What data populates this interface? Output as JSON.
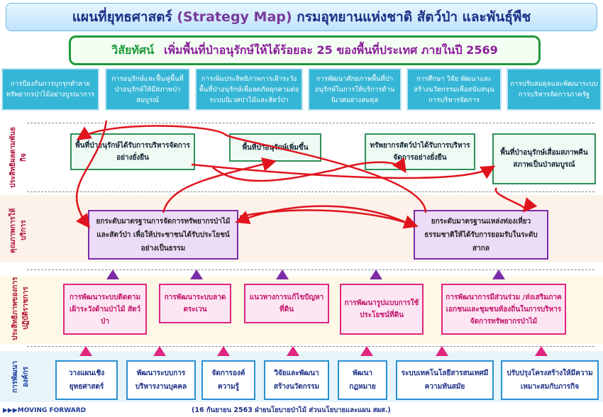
{
  "title": {
    "thai_prefix": "แผนที่ยุทธศาสตร์",
    "english": "(Strategy Map)",
    "thai_suffix": "กรมอุทยานแห่งชาติ สัตว์ป่า และพันธุ์พืช"
  },
  "vision": {
    "label": "วิสัยทัศน์",
    "text": "เพิ่มพื้นที่ป่าอนุรักษ์ให้ได้ร้อยละ 25 ของพื้นที่ประเทศ ภายในปี 2569"
  },
  "strategies": [
    "การป้องกันการบุกรุกทำลายทรัพยากรป่าไม้อย่างบูรณาการ",
    "การอนุรักษ์และฟื้นฟูพื้นที่ป่าอนุรักษ์ให้มีสภาพป่าสมบูรณ์",
    "การเพิ่มประสิทธิภาพการเฝ้าระวังพื้นที่ป่าอนุรักษ์เพื่อลดภัยคุกคามต่อระบบนิเวศป่าไม้และสัตว์ป่า",
    "การพัฒนาศักยภาพพื้นที่ป่าอนุรักษ์ในการให้บริการด้านนิเวศอย่างสมดุล",
    "การศึกษา วิจัย พัฒนาและสร้างนวัตกรรมเพื่อสนับสนุนการบริหารจัดการ",
    "การปรับสมดุลและพัฒนาระบบการบริหารจัดการภาครัฐ"
  ],
  "rows": {
    "effectiveness": "ประสิทธิผลตามพันธกิจ",
    "service_quality": "คุณภาพการให้บริการ",
    "efficiency": "ประสิทธิภาพของการปฏิบัติราชการ",
    "org_development": "การพัฒนาองค์กร"
  },
  "effectiveness_boxes": [
    "พื้นที่ป่าอนุรักษ์ได้รับการบริหารจัดการอย่างยั่งยืน",
    "พื้นที่ป่าอนุรักษ์เพิ่มขึ้น",
    "ทรัพยากรสัตว์ป่าได้รับการบริหารจัดการอย่างยั่งยืน",
    "พื้นที่ป่าอนุรักษ์เสื่อมสภาพคืนสภาพเป็นป่าสมบูรณ์"
  ],
  "service_boxes": [
    "ยกระดับมาตรฐานการจัดการทรัพยากรป่าไม้และสัตว์ป่า เพื่อให้ประชาชนได้รับประโยชน์อย่างเป็นธรรม",
    "ยกระดับมาตรฐานแหล่งท่องเที่ยวธรรมชาติให้ได้รับการยอมรับในระดับสากล"
  ],
  "efficiency_boxes": [
    "การพัฒนาระบบติดตาม เฝ้าระวังด้านป่าไม้ สัตว์ป่า",
    "การพัฒนาระบบลาดตระเวน",
    "แนวทางการแก้ไขปัญหาที่ดิน",
    "การพัฒนารูปแบบการใช้ประโยชน์ที่ดิน",
    "การพัฒนาการมีส่วนร่วม /ส่งเสริมภาคเอกชนและชุมชนท้องถิ่นในการบริหารจัดการทรัพยากรป่าไม้"
  ],
  "org_boxes": [
    "วางแผนเชิงยุทธศาสตร์",
    "พัฒนาระบบการบริหารงานบุคคล",
    "จัดการองค์ความรู้",
    "วิจัยและพัฒนาสร้างนวัตกรรม",
    "พัฒนากฎหมาย",
    "ระบบเทคโนโลยีสารสนเทศมีความทันสมัย",
    "ปรับปรุงโครงสร้างให้มีความเหมาะสมกับภารกิจ"
  ],
  "footer": {
    "left": "MOVING FORWARD",
    "right": "(16 กันยายน 2563 ฝ่ายนโยบายป่าไม้ ส่วนนโยบายและแผน สผส.)"
  },
  "colors": {
    "effectiveness_border": "#2f8f5a",
    "service_border": "#7b2ca8",
    "efficiency_border": "#e0267f",
    "org_border": "#2a8fd0",
    "curve_arrows": "#e0141e"
  }
}
